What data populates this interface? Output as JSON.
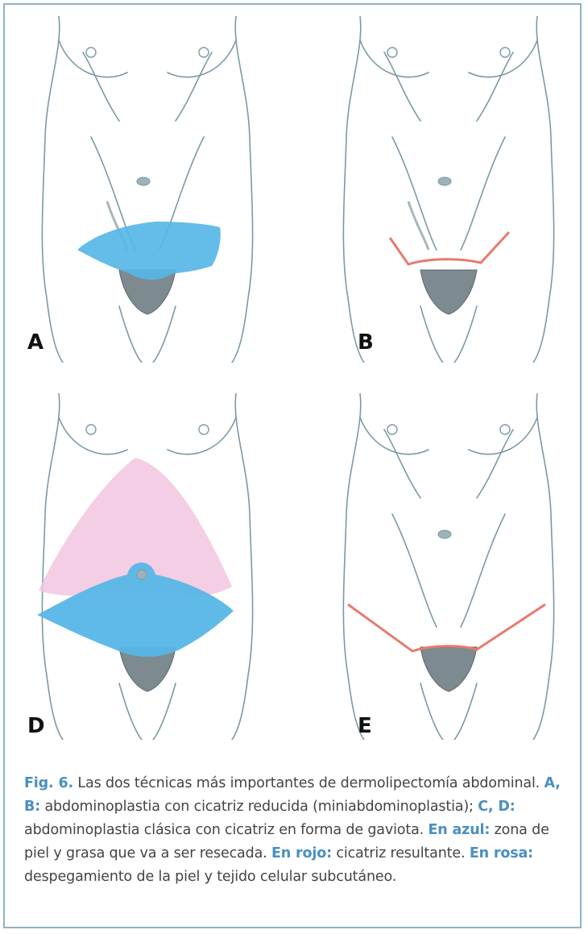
{
  "figure": {
    "panels": [
      {
        "id": "A",
        "label": "A"
      },
      {
        "id": "B",
        "label": "B"
      },
      {
        "id": "D",
        "label": "D"
      },
      {
        "id": "E",
        "label": "E"
      }
    ],
    "colors": {
      "resected_zone": "#57b6e6",
      "scar": "#e87a6e",
      "undermining": "#f2c6df",
      "line_art": "#7a9aa6",
      "frame": "#8fb3c8",
      "highlight_text": "#4a8fc0"
    }
  },
  "caption": {
    "fig_label": "Fig. 6.",
    "intro": " Las dos técnicas más importantes de dermolipectomía abdominal. ",
    "ab_label": "A, B:",
    "ab_text": " abdominoplastia con cicatriz reducida (miniabdominoplastia); ",
    "cd_label": "C, D:",
    "cd_text": " abdominoplastia clásica con cicatriz en forma de gaviota. ",
    "blue_label": "En azul:",
    "blue_text": " zona de piel y grasa que va a ser resecada. ",
    "red_label": "En rojo:",
    "red_text": " cicatriz resultante. ",
    "pink_label": "En rosa:",
    "pink_text": " despegamiento de la piel y tejido celular subcutáneo."
  }
}
